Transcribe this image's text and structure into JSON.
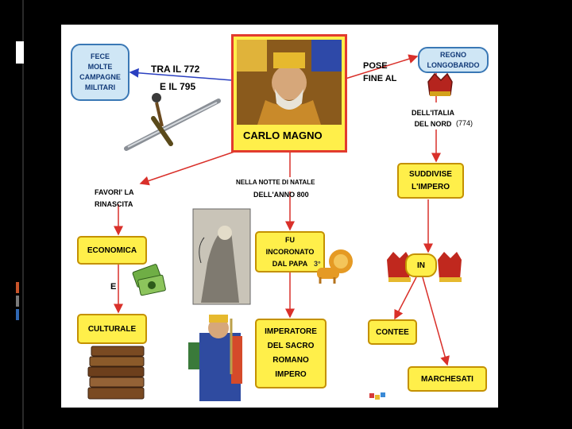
{
  "nodes": {
    "campaigns": "FECE\nMOLTE\nCAMPAGNE\nMILITARI",
    "years_start": "TRA   IL   772",
    "years_end": "E   IL   795",
    "pose_fine": "POSE\nFINE   AL",
    "regno": "REGNO\nLONGOBARDO",
    "italia": "DELL'ITALIA\nDEL   NORD",
    "year_774": "(774)",
    "center_title": "CARLO      MAGNO",
    "suddivise": "SUDDIVISE\nL'IMPERO",
    "favori": "FAVORI'   LA\nRINASCITA",
    "notte": "NELLA    NOTTE   DI   NATALE",
    "anno": "DELL'ANNO      800",
    "economica": "ECONOMICA",
    "e": "E",
    "culturale": "CULTURALE",
    "incoronato": "FU\nINCORONATO\nDAL   PAPA",
    "in": "IN",
    "imperatore": "IMPERATORE\nDEL   SACRO\nROMANO\nIMPERO",
    "contee": "CONTEE",
    "marchesati": "MARCHESATI"
  },
  "colors": {
    "background": "#000000",
    "slide": "#ffffff",
    "box_yellow": "#ffef4a",
    "box_border": "#c49100",
    "box_blue": "#cfe6f5",
    "arrow_red": "#d9302a",
    "arrow_blue": "#2a3fc0"
  }
}
